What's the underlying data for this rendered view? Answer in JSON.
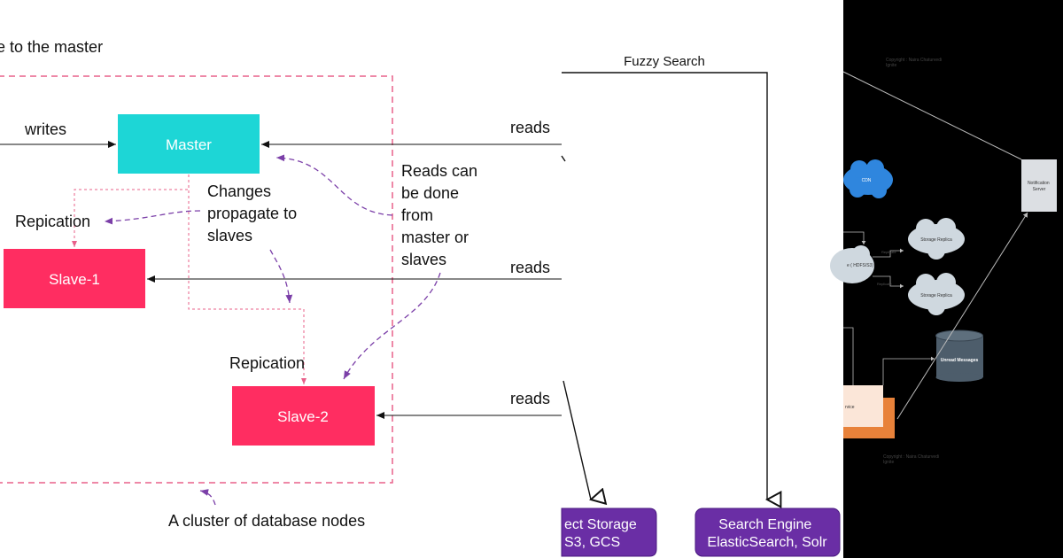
{
  "left_panel": {
    "top_caption": "e to the master",
    "writes_label": "writes",
    "master": {
      "label": "Master",
      "color": "#1dd6d6"
    },
    "slave1": {
      "label": "Slave-1",
      "color": "#ff2d61"
    },
    "slave2": {
      "label": "Slave-2",
      "color": "#ff2d61"
    },
    "reads_labels": [
      "reads",
      "reads",
      "reads"
    ],
    "changes_note": [
      "Changes",
      "propagate to",
      "slaves"
    ],
    "reads_note": [
      "Reads can",
      "be done",
      "from",
      "master or",
      "slaves"
    ],
    "replication_1": "Repication",
    "replication_2": "Repication",
    "cluster_caption": "A cluster of database nodes",
    "cluster_border_color": "#e8608a",
    "annotation_color": "#7b3fa8"
  },
  "middle_panel": {
    "fuzzy_search": "Fuzzy Search",
    "object_storage": [
      "ect Storage",
      "S3, GCS"
    ],
    "search_engine": [
      "Search Engine",
      "ElasticSearch, Solr"
    ],
    "box_color": "#6a2ea5"
  },
  "right_panel": {
    "background": "#000000",
    "cdn": "CDN",
    "notification_server": [
      "Notification",
      "Server"
    ],
    "storage_main": "e ( HDFS/S3)",
    "storage_replica_1": "Storage Replica",
    "storage_replica_2": "Storage Replica",
    "replicate_1": "Replicate",
    "replicate_2": "Replicate",
    "unread_messages": "Unread Messages",
    "service": "rvice",
    "copyright": [
      "Copyright : Naira Chaturvedi",
      "Ignite"
    ]
  }
}
